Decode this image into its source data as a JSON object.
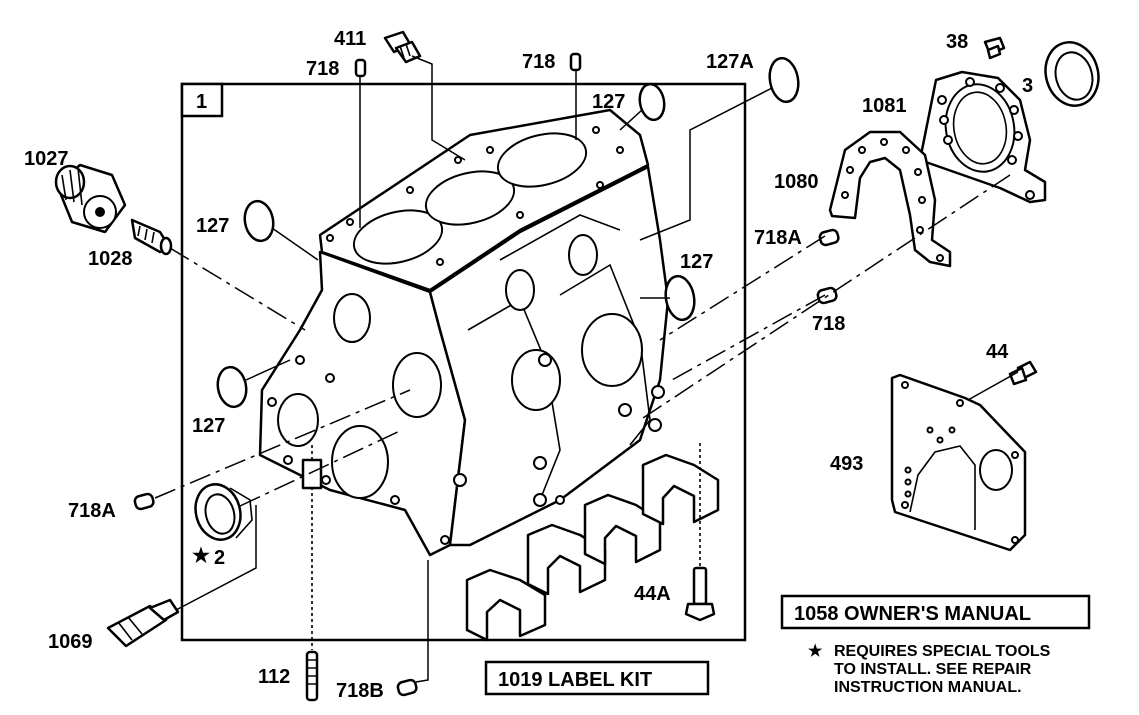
{
  "labels": {
    "l411": "411",
    "l718_top_left": "718",
    "l718_top_mid": "718",
    "l127A": "127A",
    "l38": "38",
    "l3": "3",
    "l1081": "1081",
    "l1": "1",
    "l127_top": "127",
    "l1027": "1027",
    "l1080": "1080",
    "l127_left": "127",
    "l1028": "1028",
    "l718A_right": "718A",
    "l127_right": "127",
    "l718_right": "718",
    "l44": "44",
    "l127_lower": "127",
    "l493": "493",
    "l718A_left": "718A",
    "l2": "2",
    "l44A": "44A",
    "l1069": "1069",
    "l112": "112",
    "l718B": "718B"
  },
  "boxes": {
    "owners_manual": "1058 OWNER'S MANUAL",
    "label_kit": "1019 LABEL KIT"
  },
  "note": {
    "star": "★",
    "line1": "REQUIRES SPECIAL TOOLS",
    "line2": "TO INSTALL.  SEE REPAIR",
    "line3": "INSTRUCTION MANUAL."
  },
  "star_mark": "★"
}
